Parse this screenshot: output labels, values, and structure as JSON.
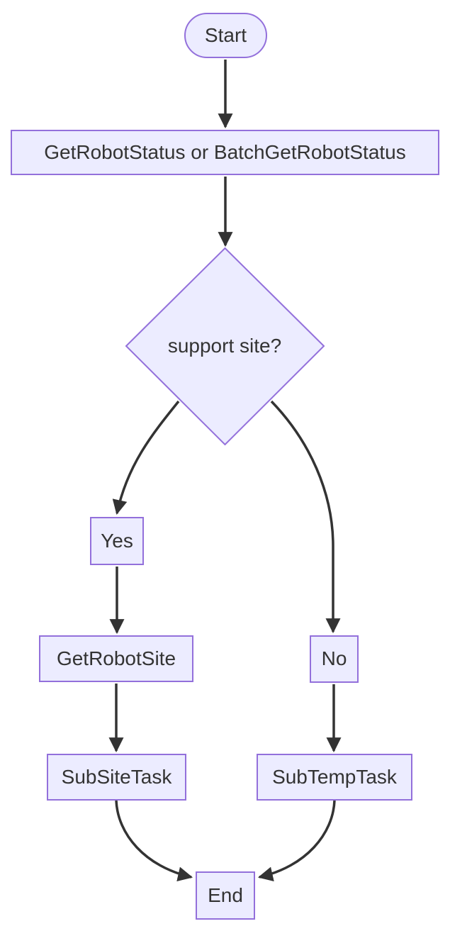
{
  "diagram": {
    "type": "flowchart",
    "direction": "top-down",
    "colors": {
      "node_fill": "#ECECFF",
      "node_border": "#9370DB",
      "text": "#333333",
      "edge": "#333333",
      "background": "#FFFFFF"
    },
    "nodes": [
      {
        "id": "start",
        "label": "Start",
        "shape": "stadium"
      },
      {
        "id": "getRobotStatus",
        "label": "GetRobotStatus or BatchGetRobotStatus",
        "shape": "rectangle"
      },
      {
        "id": "supportSite",
        "label": "support site?",
        "shape": "diamond"
      },
      {
        "id": "yes",
        "label": "Yes",
        "shape": "rectangle"
      },
      {
        "id": "getRobotSite",
        "label": "GetRobotSite",
        "shape": "rectangle"
      },
      {
        "id": "no",
        "label": "No",
        "shape": "rectangle"
      },
      {
        "id": "subSiteTask",
        "label": "SubSiteTask",
        "shape": "rectangle"
      },
      {
        "id": "subTempTask",
        "label": "SubTempTask",
        "shape": "rectangle"
      },
      {
        "id": "end",
        "label": "End",
        "shape": "rectangle"
      }
    ],
    "edges": [
      {
        "from": "start",
        "to": "getRobotStatus"
      },
      {
        "from": "getRobotStatus",
        "to": "supportSite"
      },
      {
        "from": "supportSite",
        "to": "yes"
      },
      {
        "from": "supportSite",
        "to": "no"
      },
      {
        "from": "yes",
        "to": "getRobotSite"
      },
      {
        "from": "getRobotSite",
        "to": "subSiteTask"
      },
      {
        "from": "no",
        "to": "subTempTask"
      },
      {
        "from": "subSiteTask",
        "to": "end"
      },
      {
        "from": "subTempTask",
        "to": "end"
      }
    ]
  }
}
